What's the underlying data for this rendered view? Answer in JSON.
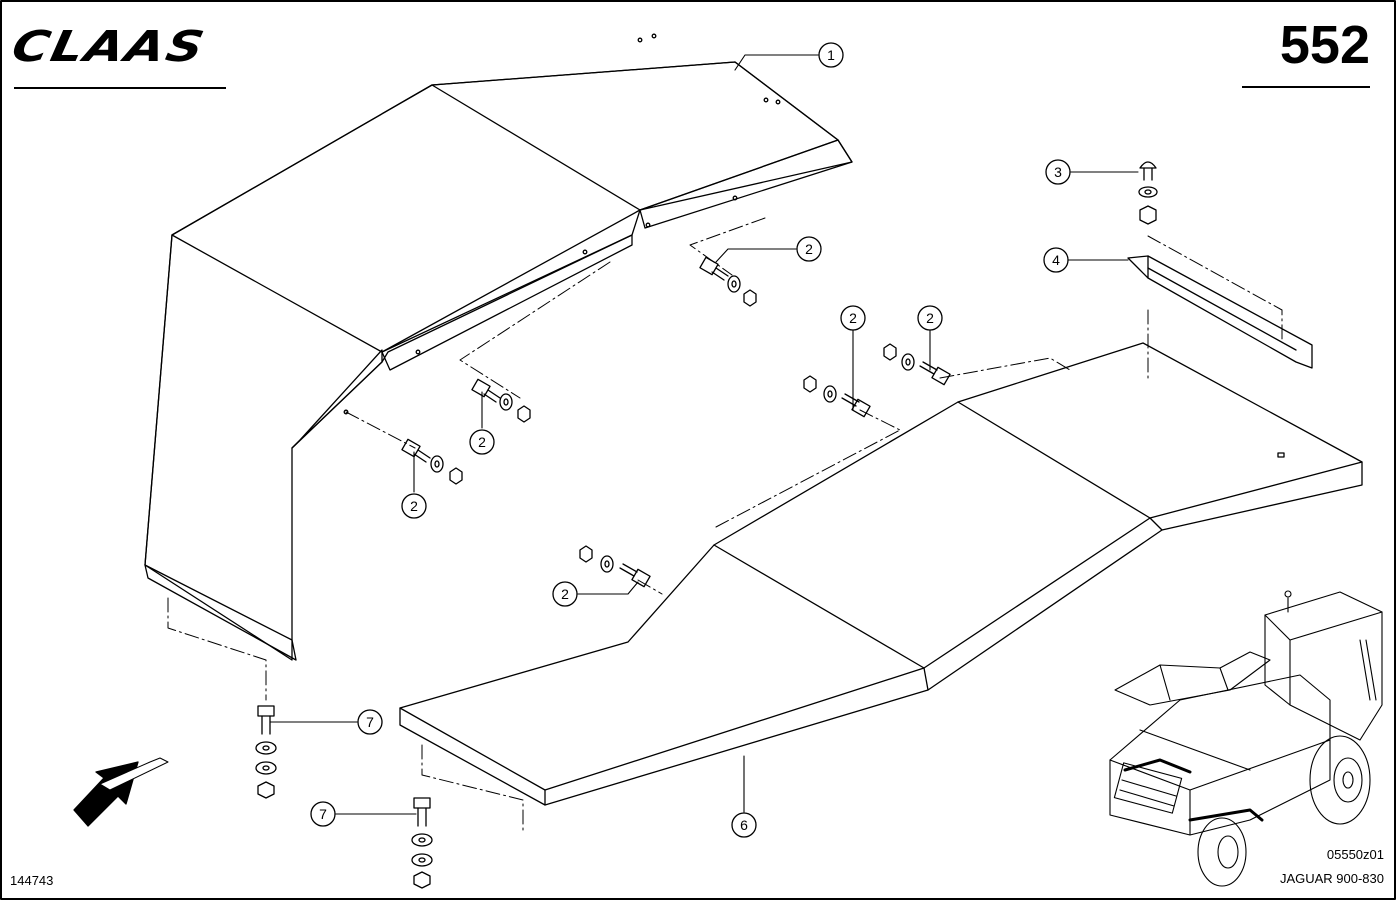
{
  "header": {
    "logo": "CLAAS",
    "page_number": "552"
  },
  "callouts": [
    {
      "id": "callout-1",
      "label": "1"
    },
    {
      "id": "callout-2a",
      "label": "2"
    },
    {
      "id": "callout-2b",
      "label": "2"
    },
    {
      "id": "callout-2c",
      "label": "2"
    },
    {
      "id": "callout-2d",
      "label": "2"
    },
    {
      "id": "callout-2e",
      "label": "2"
    },
    {
      "id": "callout-2f",
      "label": "2"
    },
    {
      "id": "callout-3",
      "label": "3"
    },
    {
      "id": "callout-4",
      "label": "4"
    },
    {
      "id": "callout-6",
      "label": "6"
    },
    {
      "id": "callout-7a",
      "label": "7"
    },
    {
      "id": "callout-7b",
      "label": "7"
    }
  ],
  "footer": {
    "drawing_id": "144743",
    "ref_code": "05550z01",
    "model": "JAGUAR 900-830"
  },
  "colors": {
    "line": "#000000",
    "paper": "#ffffff"
  }
}
